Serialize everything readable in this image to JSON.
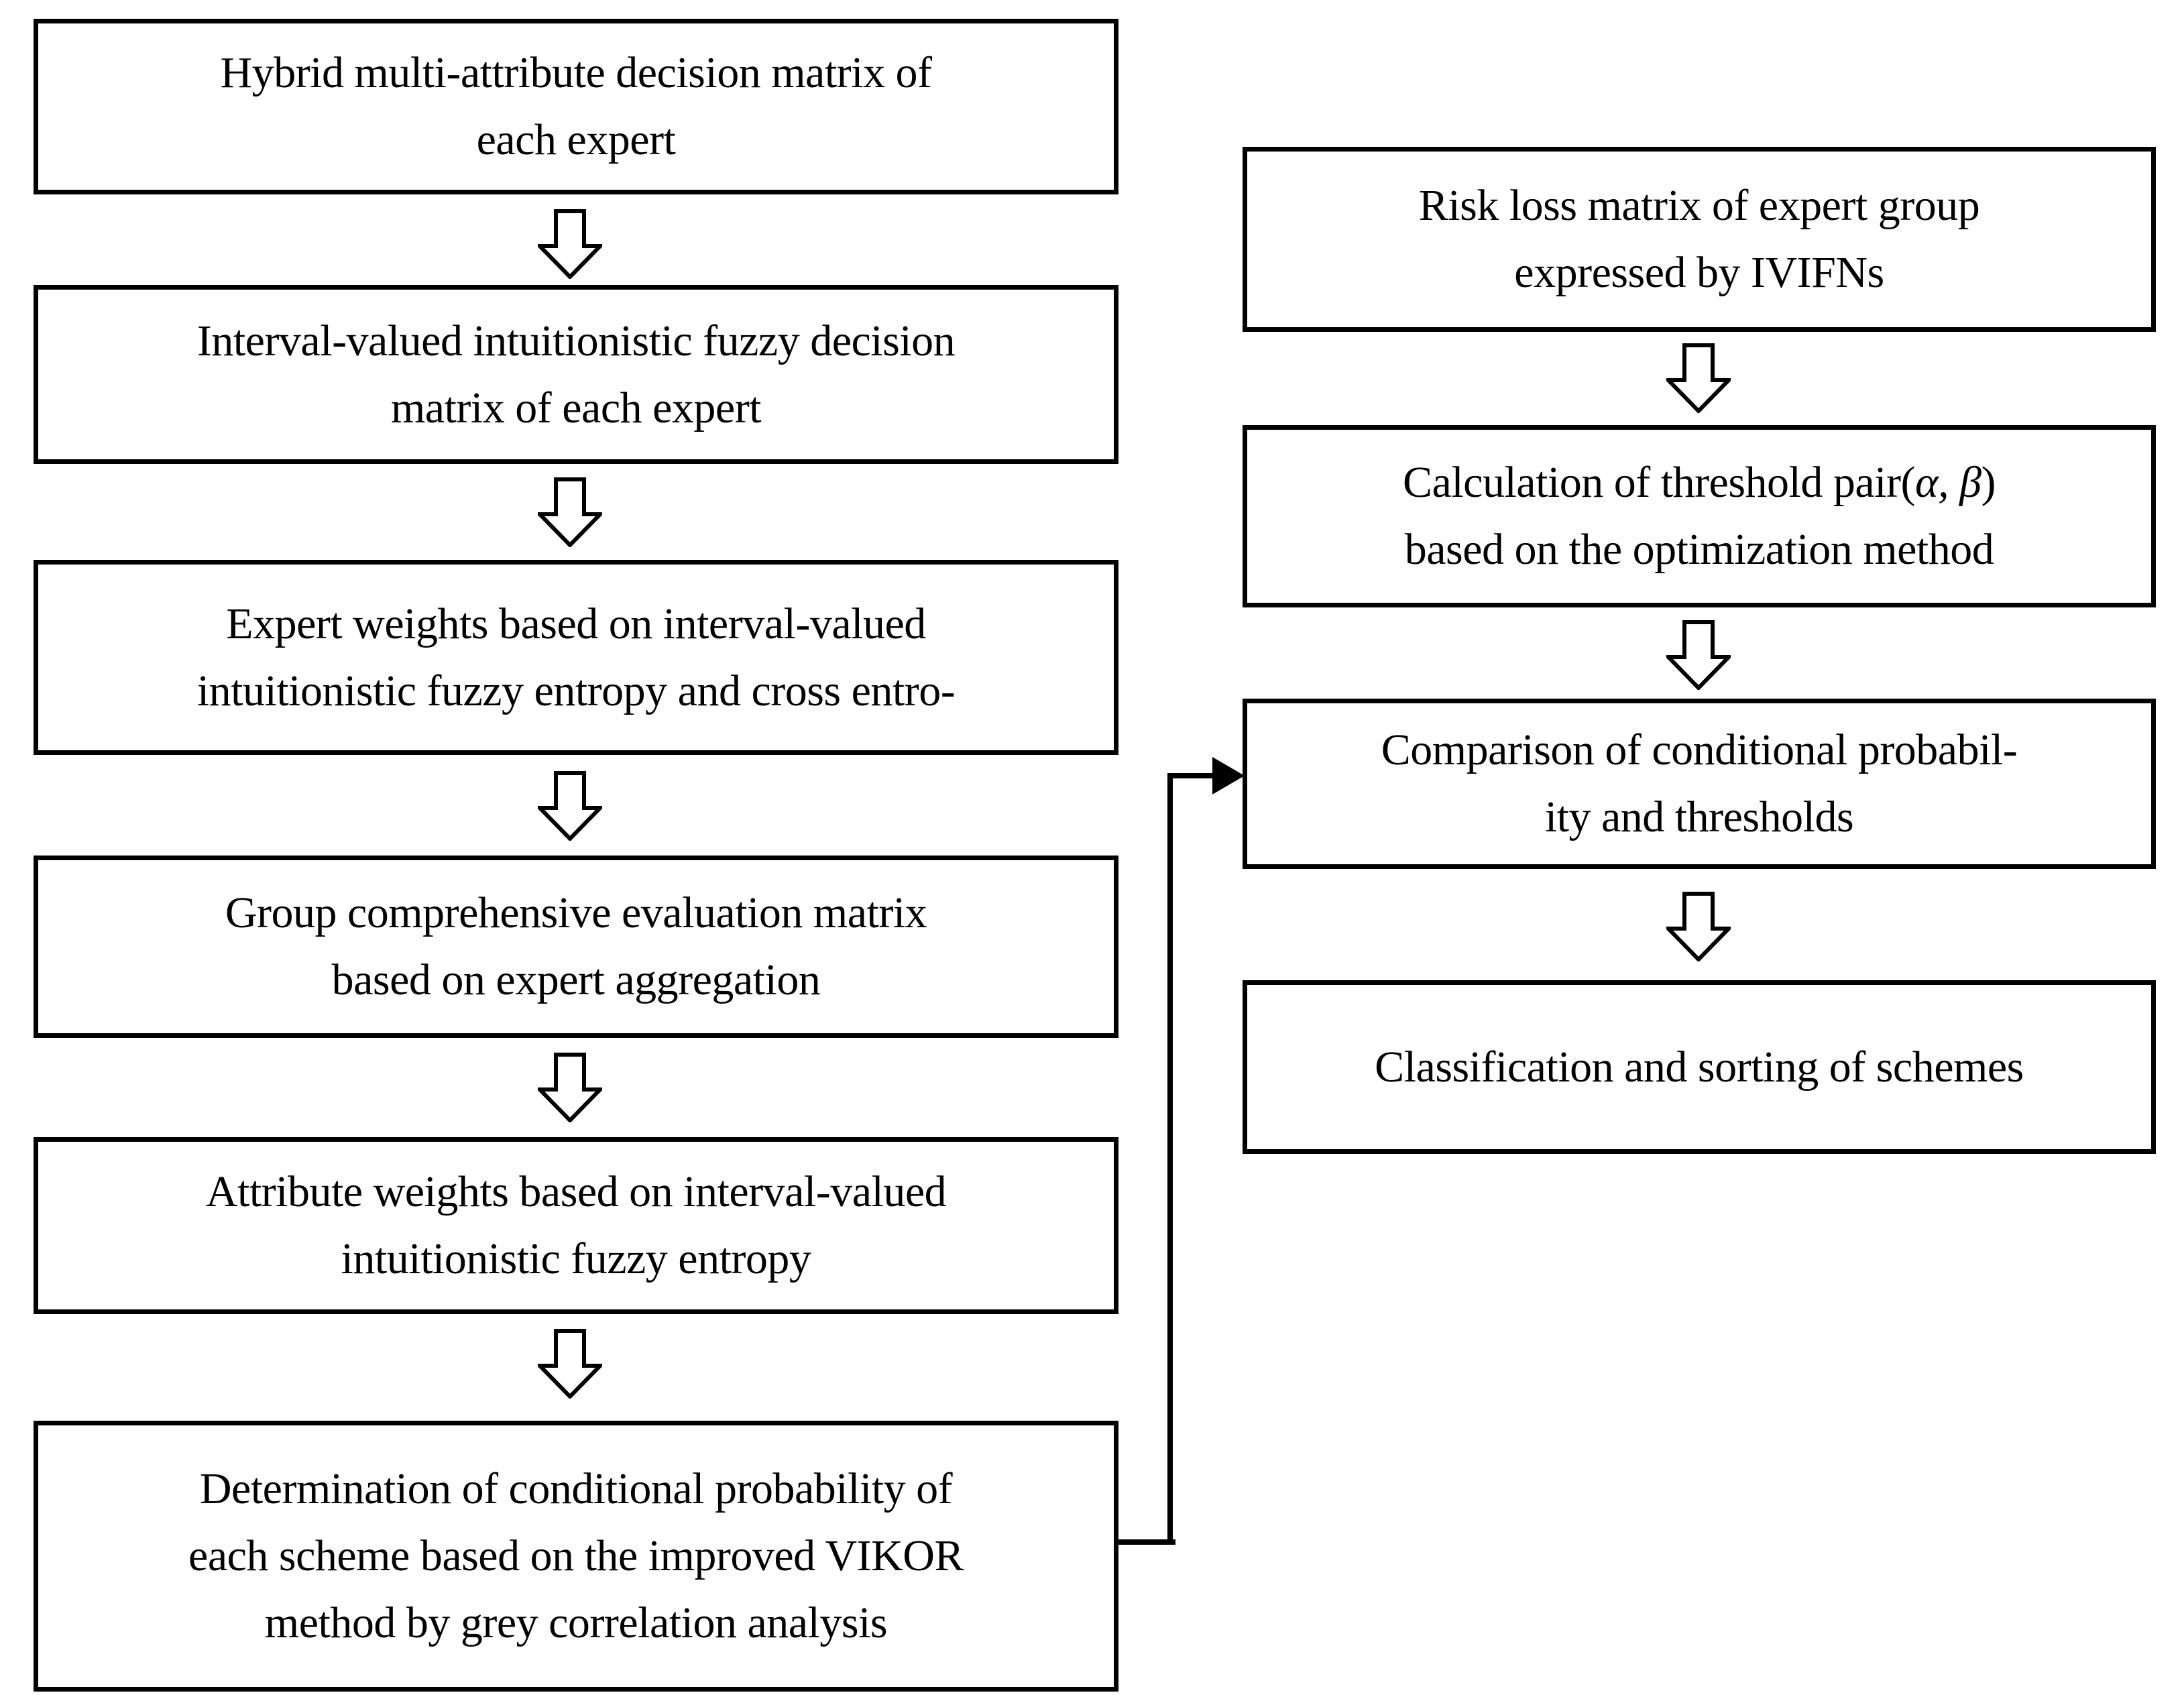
{
  "figure": {
    "type": "flowchart",
    "colors": {
      "background": "#ffffff",
      "line": "#000000",
      "text": "#000000"
    },
    "left_column": [
      {
        "lines": [
          "Hybrid multi-attribute decision matrix of",
          "each expert"
        ]
      },
      {
        "lines": [
          "Interval-valued intuitionistic fuzzy decision",
          "matrix of each expert"
        ]
      },
      {
        "lines": [
          "Expert weights based on interval-valued",
          "intuitionistic fuzzy entropy and cross entro-"
        ]
      },
      {
        "lines": [
          "Group comprehensive evaluation matrix",
          "based on expert aggregation"
        ]
      },
      {
        "lines": [
          "Attribute weights based on interval-valued",
          "intuitionistic fuzzy entropy"
        ]
      },
      {
        "lines": [
          "Determination of conditional probability of",
          "each scheme based on the improved VIKOR",
          "method by grey correlation analysis"
        ]
      }
    ],
    "right_column": [
      {
        "lines": [
          "Risk loss matrix of expert group",
          "expressed by IVIFNs"
        ]
      },
      {
        "line1_prefix": "Calculation of threshold pair(",
        "line1_greek": "α, β",
        "line1_suffix": ")",
        "line2": "based on the optimization method"
      },
      {
        "lines": [
          "Comparison of conditional probabil-",
          "ity and thresholds"
        ]
      },
      {
        "lines": [
          "Classification and sorting of schemes"
        ]
      }
    ]
  }
}
